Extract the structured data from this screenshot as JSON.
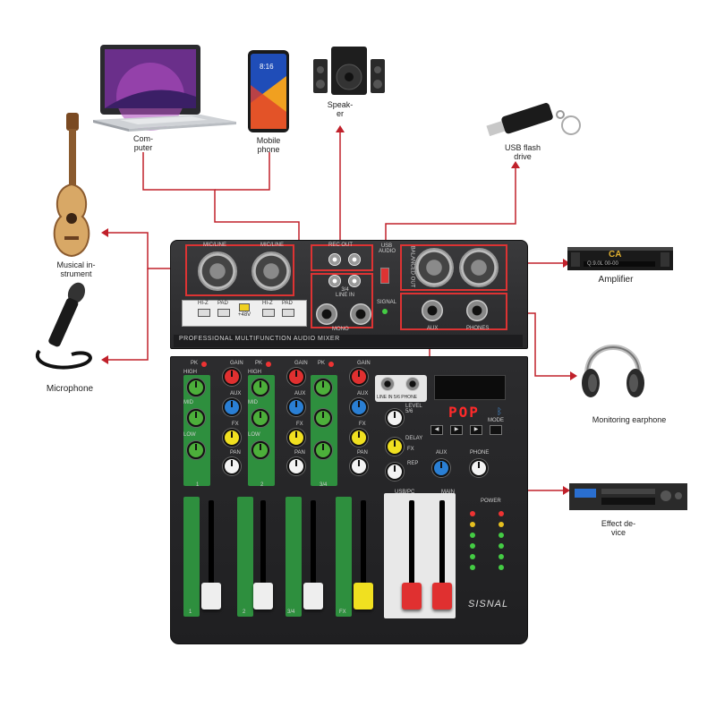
{
  "devices": {
    "computer": {
      "label": "Com-\nputer"
    },
    "mobile_phone": {
      "label": "Mobile\nphone",
      "screen_time": "8:16"
    },
    "speaker": {
      "label": "Speak-\ner"
    },
    "usb_flash": {
      "label": "USB flash\ndrive"
    },
    "musical_instrument": {
      "label": "Musical in-\nstrument"
    },
    "microphone": {
      "label": "Microphone"
    },
    "amplifier": {
      "label": "Amplifier",
      "brand": "CA",
      "display": "Q.9.0L 00-00"
    },
    "monitoring_earphone": {
      "label": "Monitoring earphone"
    },
    "effect_device": {
      "label": "Effect de-\nvice"
    }
  },
  "mixer": {
    "top_title": "PROFESSIONAL MULTIFUNCTION AUDIO MIXER",
    "mic_line_1": "MIC/LINE",
    "mic_line_2": "MIC/LINE",
    "rec_out": "REC OUT",
    "usb_audio": "USB AUDIO",
    "balanced_out": "BALANCED OUT",
    "line_in_34": "3/4\nLINE IN",
    "mono": "MONO",
    "signal": "SIGNAL",
    "aux": "AUX",
    "phones": "PHONES",
    "btn_hi_z": "HI-Z",
    "btn_pad": "PAD",
    "btn_48v": "+48V",
    "pk": "PK",
    "gain": "GAIN",
    "high": "HIGH",
    "mid": "MID",
    "low": "LOW",
    "aux_knob": "AUX",
    "fx": "FX",
    "pan": "PAN",
    "ch1": "1",
    "ch2": "2",
    "ch34": "3/4",
    "line_in_phone": "LINE IN 5/6   PHONE",
    "level": "LEVEL\n5/6",
    "delay": "DELAY",
    "fx_knob": "FX",
    "rep": "REP",
    "usb_pc": "USB/PC",
    "main": "MAIN",
    "power": "POWER",
    "display": "POP",
    "mode": "MODE",
    "phone": "PHONE",
    "brand": "SISNAL",
    "fx_fader": "FX",
    "fader_1": "1",
    "fader_2": "2",
    "fader_34": "3/4"
  },
  "colors": {
    "wire": "#c0202a",
    "channel_green": "#2e8f3e",
    "knob_red": "#e03030",
    "knob_blue": "#2a7fd4",
    "knob_yellow": "#f0e020",
    "knob_green": "#4caf3a",
    "knob_white": "#f2f2f2",
    "display": "#ff2a2a"
  }
}
